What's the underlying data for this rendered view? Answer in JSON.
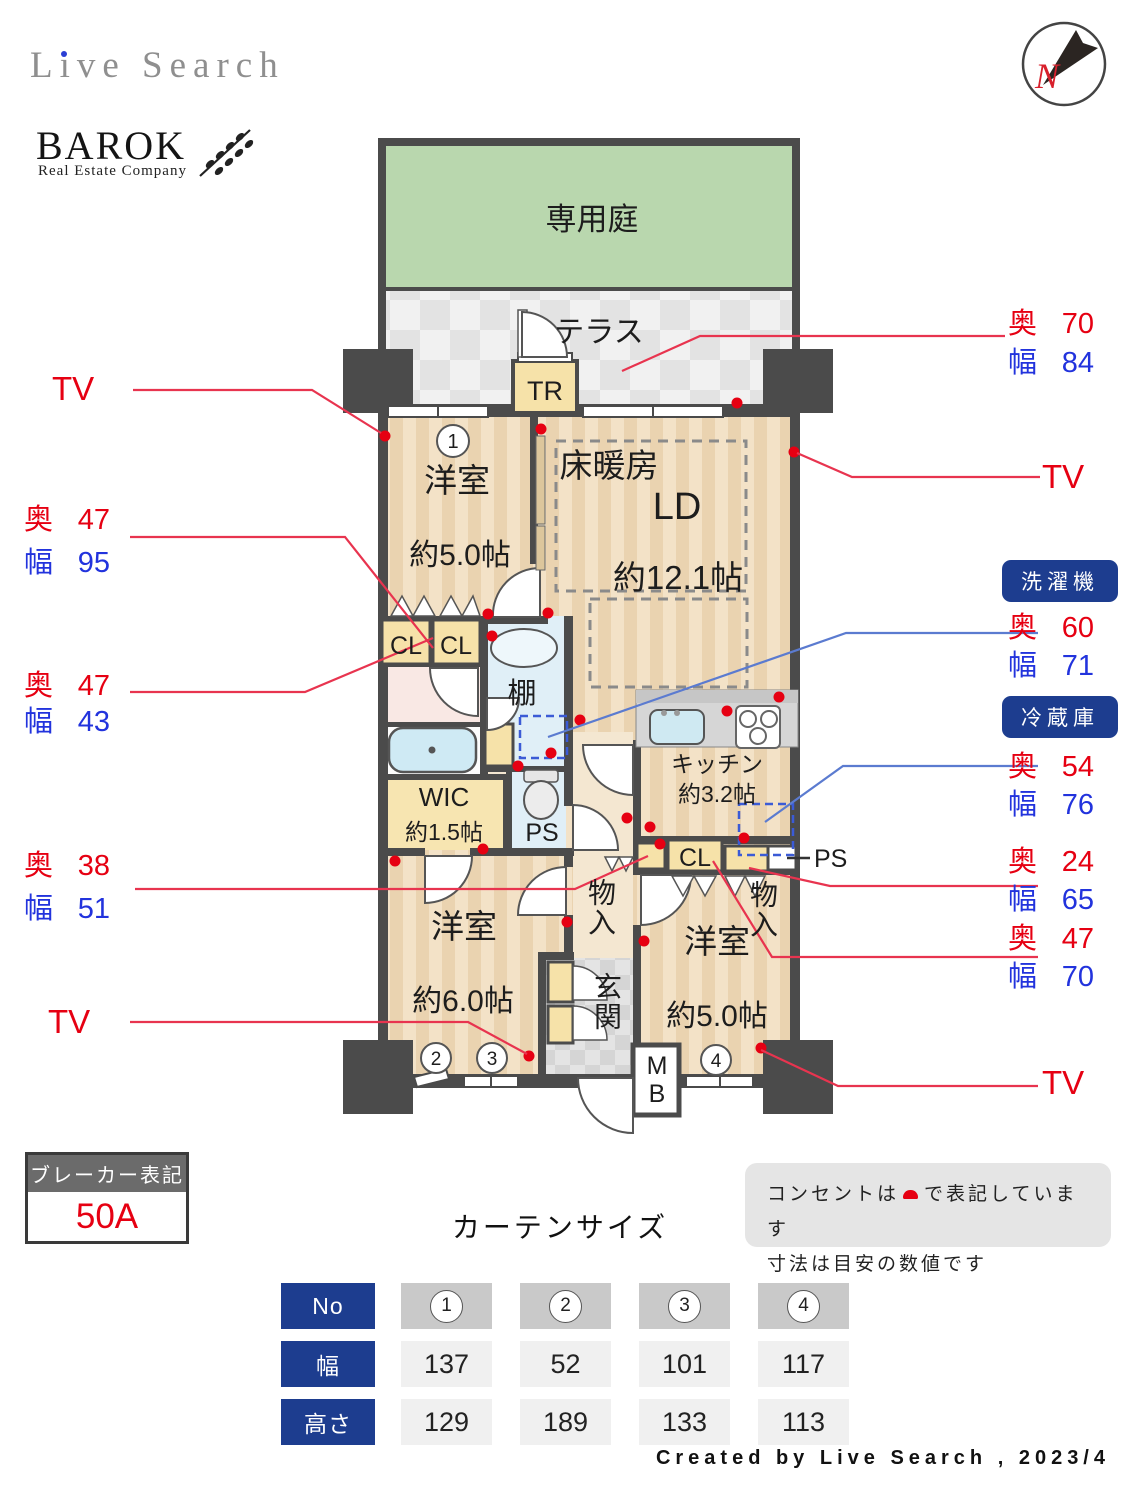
{
  "header": {
    "brand": "Live Search",
    "company": "BAROK",
    "company_sub": "Real Estate Company",
    "compass": "N"
  },
  "plan": {
    "garden": "専用庭",
    "terrace": "テラス",
    "tr": "TR",
    "room1": "洋室",
    "room1_size": "約5.0帖",
    "room1_no": "1",
    "floor_heating": "床暖房",
    "ld": "LD",
    "ld_size": "約12.1帖",
    "kitchen": "キッチン",
    "kitchen_size": "約3.2帖",
    "shelf": "棚",
    "ps_in": "PS",
    "ps_out": "PS",
    "cl1": "CL",
    "cl2": "CL",
    "cl3": "CL",
    "wic": "WIC",
    "wic_size": "約1.5帖",
    "storage_hall": "物入",
    "storage_room3": "物入",
    "entrance": "玄関",
    "mb": "MB",
    "room2": "洋室",
    "room2_size": "約6.0帖",
    "room2_no_a": "2",
    "room2_no_b": "3",
    "room3": "洋室",
    "room3_size": "約5.0帖",
    "room3_no": "4"
  },
  "annotations": {
    "tv": "TV",
    "depth_label": "奥",
    "width_label": "幅",
    "left": [
      {
        "depth": "47",
        "width": "95"
      },
      {
        "depth": "47",
        "width": "43"
      },
      {
        "depth": "38",
        "width": "51"
      }
    ],
    "right": [
      {
        "depth": "70",
        "width": "84"
      },
      {
        "depth": "60",
        "width": "71"
      },
      {
        "depth": "54",
        "width": "76"
      },
      {
        "depth": "24",
        "width": "65"
      },
      {
        "depth": "47",
        "width": "70"
      }
    ],
    "washer_badge": "洗濯機",
    "fridge_badge": "冷蔵庫"
  },
  "breaker": {
    "title": "ブレーカー表記",
    "value": "50A"
  },
  "notes": {
    "line1_pre": "コンセントは",
    "line1_post": "で表記しています",
    "line2": "寸法は目安の数値です"
  },
  "curtain_table": {
    "title": "カーテンサイズ",
    "row_headers": [
      "No",
      "幅",
      "高さ"
    ],
    "columns": [
      "1",
      "2",
      "3",
      "4"
    ],
    "width_values": [
      "137",
      "52",
      "101",
      "117"
    ],
    "height_values": [
      "129",
      "189",
      "133",
      "113"
    ]
  },
  "footer": {
    "credit": "Created by Live Search , 2023/4"
  },
  "colors": {
    "accent_red": "#e60012",
    "accent_blue": "#2233dd",
    "badge_navy": "#1d3d8f",
    "garden_green": "#b9d7ae",
    "wall_gray": "#4b4b4b"
  }
}
